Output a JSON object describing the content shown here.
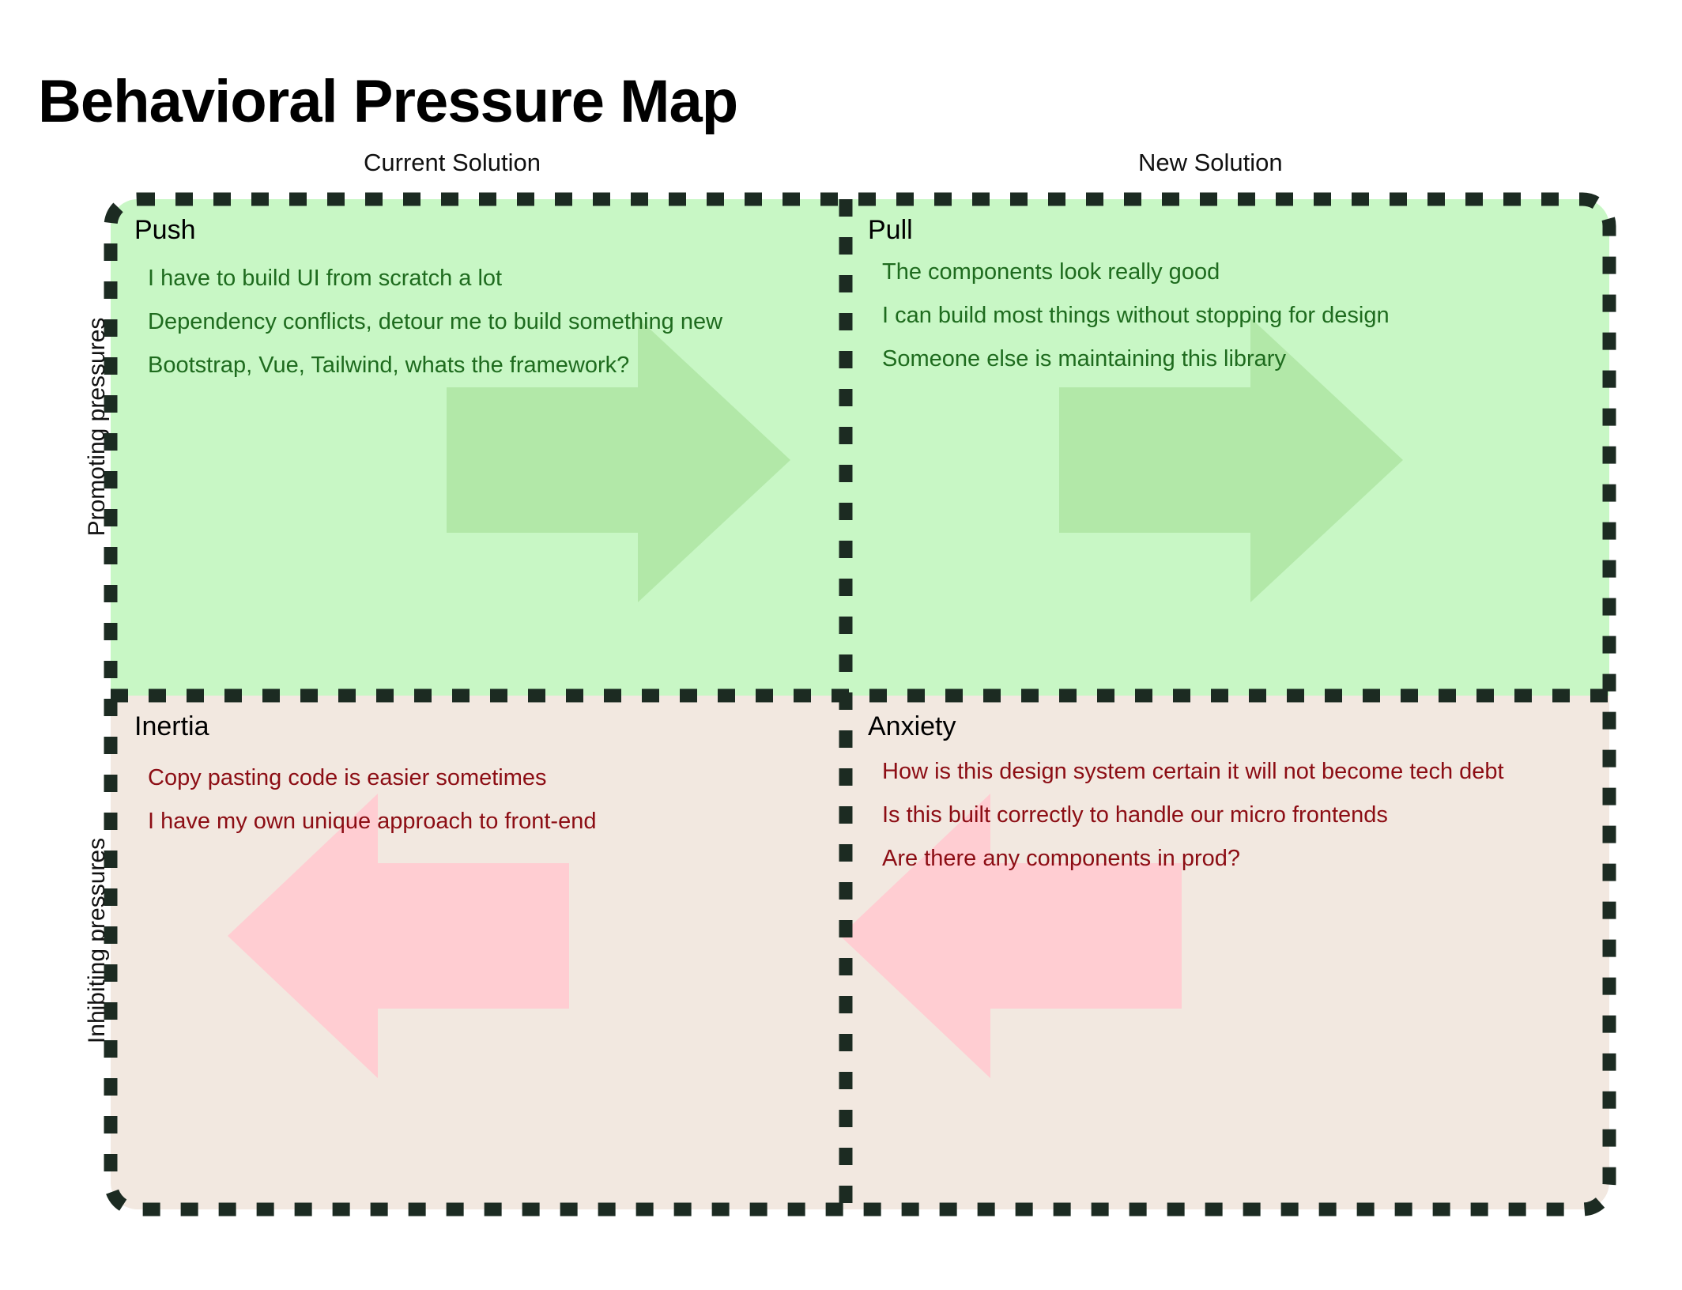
{
  "title": "Behavioral Pressure Map",
  "columns": {
    "left": "Current Solution",
    "right": "New Solution"
  },
  "rows": {
    "top": "Promoting pressures",
    "bottom": "Inhibiting pressures"
  },
  "colors": {
    "promoting_bg": "#C8F7C5",
    "inhibiting_bg": "#F2E8E0",
    "promoting_text": "#1E6B1E",
    "inhibiting_text": "#8C0D14",
    "promoting_arrow": "#B2E8A8",
    "inhibiting_arrow": "#FFCDD2",
    "border": "#1C2B22",
    "title_text": "#000000"
  },
  "quadrants": {
    "push": {
      "title": "Push",
      "arrow": "arrow-right-icon",
      "items": [
        "I have to build UI from scratch a lot",
        "Dependency conflicts, detour me to build something new",
        "Bootstrap, Vue, Tailwind, whats the framework?"
      ]
    },
    "pull": {
      "title": "Pull",
      "arrow": "arrow-right-icon",
      "items": [
        "The components look really good",
        "I can build most things without stopping for design",
        "Someone else is maintaining this library"
      ]
    },
    "inertia": {
      "title": "Inertia",
      "arrow": "arrow-left-icon",
      "items": [
        "Copy pasting code is easier sometimes",
        "I have my own unique approach to front-end"
      ]
    },
    "anxiety": {
      "title": "Anxiety",
      "arrow": "arrow-left-icon",
      "items": [
        "How is this design system certain it will not become tech debt",
        "Is this built correctly to handle our micro frontends",
        "Are there any components in prod?"
      ]
    }
  }
}
